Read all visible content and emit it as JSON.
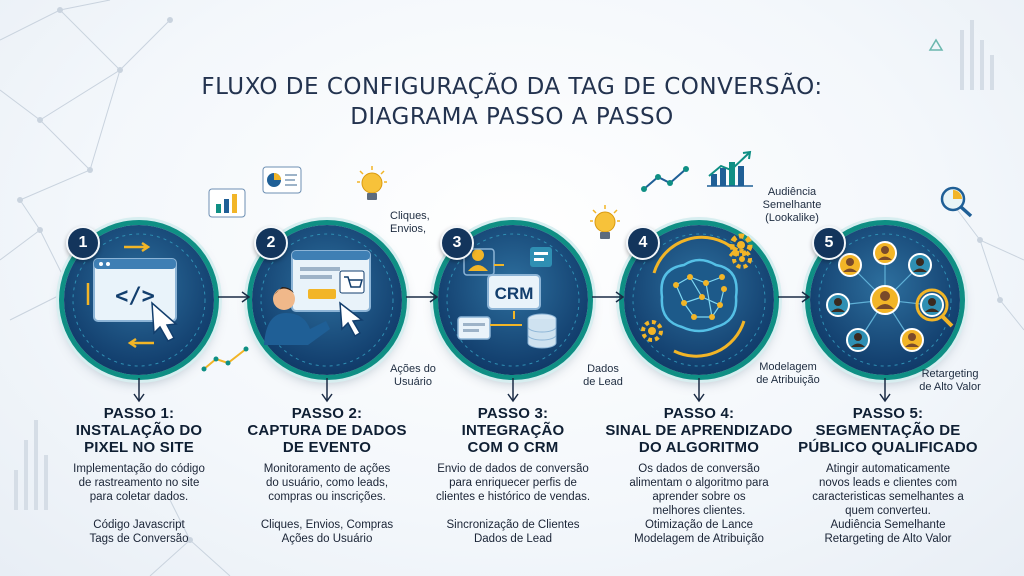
{
  "title": {
    "line1": "FLUXO DE CONFIGURAÇÃO DA TAG DE CONVERSÃO:",
    "line2": "DIAGRAMA PASSO A PASSO"
  },
  "steps": [
    {
      "number": "1",
      "title_line1": "PASSO 1:",
      "title_line2": "INSTALAÇÃO DO",
      "title_line3": "PIXEL NO SITE",
      "desc_line1": "Implementação do código",
      "desc_line2": "de rastreamento no site",
      "desc_line3": "para coletar dados.",
      "foot_line1": "Código Javascript",
      "foot_line2": "Tags de Conversão",
      "icon": "code-browser-icon"
    },
    {
      "number": "2",
      "title_line1": "PASSO 2:",
      "title_line2": "CAPTURA DE DADOS",
      "title_line3": "DE EVENTO",
      "desc_line1": "Monitoramento de ações",
      "desc_line2": "do usuário, como leads,",
      "desc_line3": "compras ou inscrições.",
      "foot_line1": "Cliques, Envios, Compras",
      "foot_line2": "Ações do Usuário",
      "icon": "user-event-icon"
    },
    {
      "number": "3",
      "title_line1": "PASSO 3:",
      "title_line2": "INTEGRAÇÃO",
      "title_line3": "COM O CRM",
      "desc_line1": "Envio de dados de conversão",
      "desc_line2": "para enriquecer perfis de",
      "desc_line3": "clientes e histórico de vendas.",
      "foot_line1": "Sincronização de Clientes",
      "foot_line2": "Dados de Lead",
      "icon": "crm-icon",
      "icon_text": "CRM"
    },
    {
      "number": "4",
      "title_line1": "PASSO 4:",
      "title_line2": "SINAL DE APRENDIZADO",
      "title_line3": "DO ALGORITMO",
      "desc_line1": "Os dados de conversão",
      "desc_line2": "alimentam o algoritmo para",
      "desc_line3": "aprender sobre os",
      "desc_line4": "melhores clientes.",
      "foot_line1": "Otimização de Lance",
      "foot_line2": "Modelagem de Atribuição",
      "icon": "brain-icon"
    },
    {
      "number": "5",
      "title_line1": "PASSO 5:",
      "title_line2": "SEGMENTAÇÃO DE",
      "title_line3": "PÚBLICO QUALIFICADO",
      "desc_line1": "Atingir automaticamente",
      "desc_line2": "novos leads e clientes com",
      "desc_line3": "caracteristicas semelhantes a",
      "desc_line4": "quem converteu.",
      "foot_line1": "Audiência Semelhante",
      "foot_line2": "Retargeting de Alto Valor",
      "icon": "audience-icon"
    }
  ],
  "labels": {
    "cliques_envios_1": "Cliques,",
    "cliques_envios_2": "Envios,",
    "acoes_1": "Ações do",
    "acoes_2": "Usuário",
    "dados_1": "Dados",
    "dados_2": "de Lead",
    "lookalike_1": "Audiência",
    "lookalike_2": "Semelhante",
    "lookalike_3": "(Lookalike)",
    "modelagem_1": "Modelagem",
    "modelagem_2": "de Atribuição",
    "retargeting_1": "Retargeting",
    "retargeting_2": "de Alto Valor"
  },
  "colors": {
    "navy": "#123e6d",
    "teal": "#0f8f84",
    "gold": "#f2b527",
    "orange": "#f39a1e"
  }
}
